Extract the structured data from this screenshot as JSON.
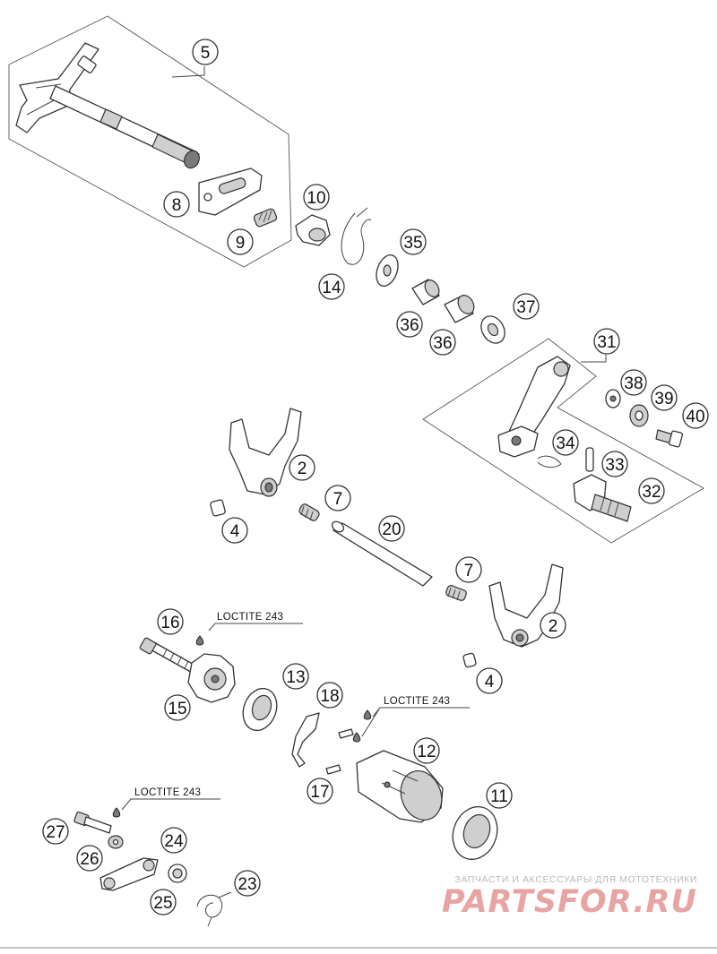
{
  "diagram": {
    "callouts": [
      "5",
      "8",
      "9",
      "10",
      "14",
      "35",
      "36",
      "36",
      "37",
      "31",
      "38",
      "39",
      "40",
      "34",
      "33",
      "32",
      "2",
      "7",
      "4",
      "20",
      "7",
      "2",
      "4",
      "16",
      "15",
      "13",
      "18",
      "12",
      "17",
      "11",
      "27",
      "26",
      "24",
      "25",
      "23"
    ],
    "loctite_label": "LOCTITE 243"
  },
  "watermark": {
    "tagline": "ЗАПЧАСТИ И АКСЕССУАРЫ ДЛЯ МОТОТЕХНИКИ",
    "brand_part1": "PARTS",
    "brand_part2": "FOR",
    "brand_part3": ".RU",
    "brand_color": "#e8a3a3"
  }
}
